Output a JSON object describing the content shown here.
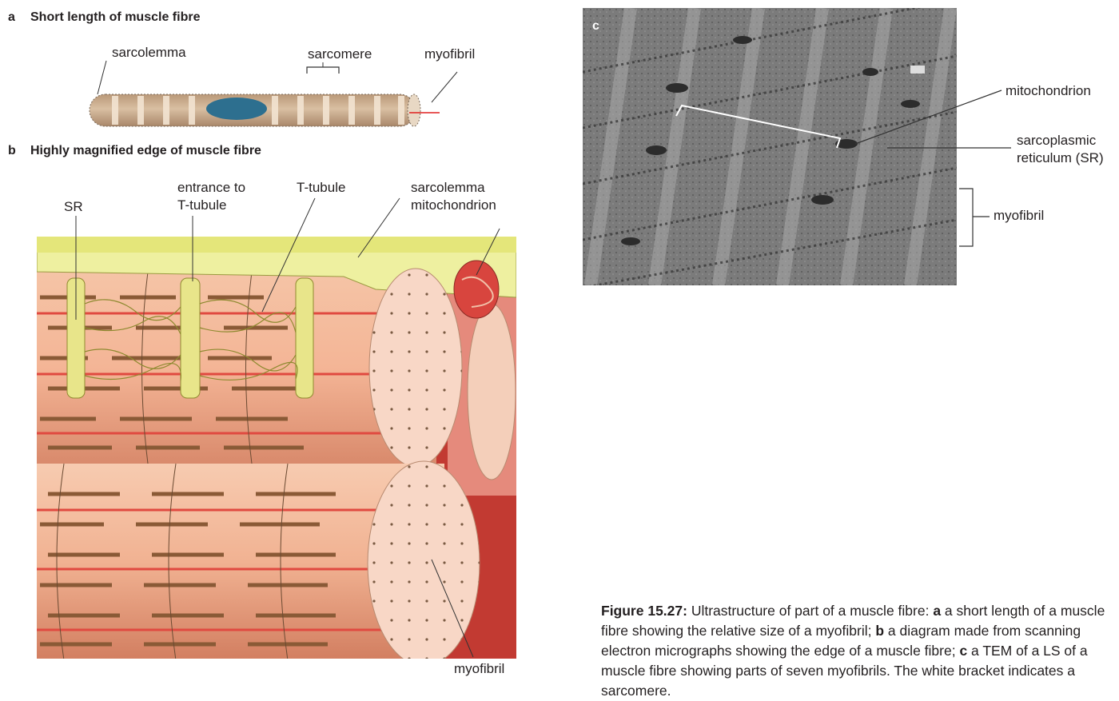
{
  "panel_a": {
    "letter": "a",
    "title": "Short length of muscle fibre",
    "labels": {
      "sarcolemma": "sarcolemma",
      "sarcomere": "sarcomere",
      "myofibril": "myofibril"
    }
  },
  "panel_b": {
    "letter": "b",
    "title": "Highly magnified edge of muscle fibre",
    "labels": {
      "sr": "SR",
      "entrance_line1": "entrance to",
      "entrance_line2": "T-tubule",
      "t_tubule": "T-tubule",
      "sarcolemma": "sarcolemma",
      "mitochondrion": "mitochondrion",
      "myofibril": "myofibril"
    }
  },
  "panel_c": {
    "letter": "c",
    "labels": {
      "mitochondrion": "mitochondrion",
      "sr_line1": "sarcoplasmic",
      "sr_line2": "reticulum (SR)",
      "myofibril": "myofibril"
    }
  },
  "caption": {
    "figure_label": "Figure 15.27:",
    "part1": " Ultrastructure of part of a muscle fibre: ",
    "a": "a",
    "part2": " a short length of a muscle fibre showing the relative size of a myofibril; ",
    "b": "b",
    "part3": " a diagram made from scanning electron micrographs showing the edge of a muscle fibre; ",
    "c": "c",
    "part4": " a TEM of a LS of a muscle fibre showing parts of seven myofibrils. The white bracket indicates a sarcomere."
  },
  "colors": {
    "fibre_tan": "#c9a98a",
    "nucleus": "#2d6f8f",
    "sarcolemma_yellow": "#eef0a0",
    "muscle_pink": "#f0b49a",
    "band_dark": "#8a5a36",
    "band_red": "#d8453e",
    "tem_gray": "#7d7d7d"
  }
}
